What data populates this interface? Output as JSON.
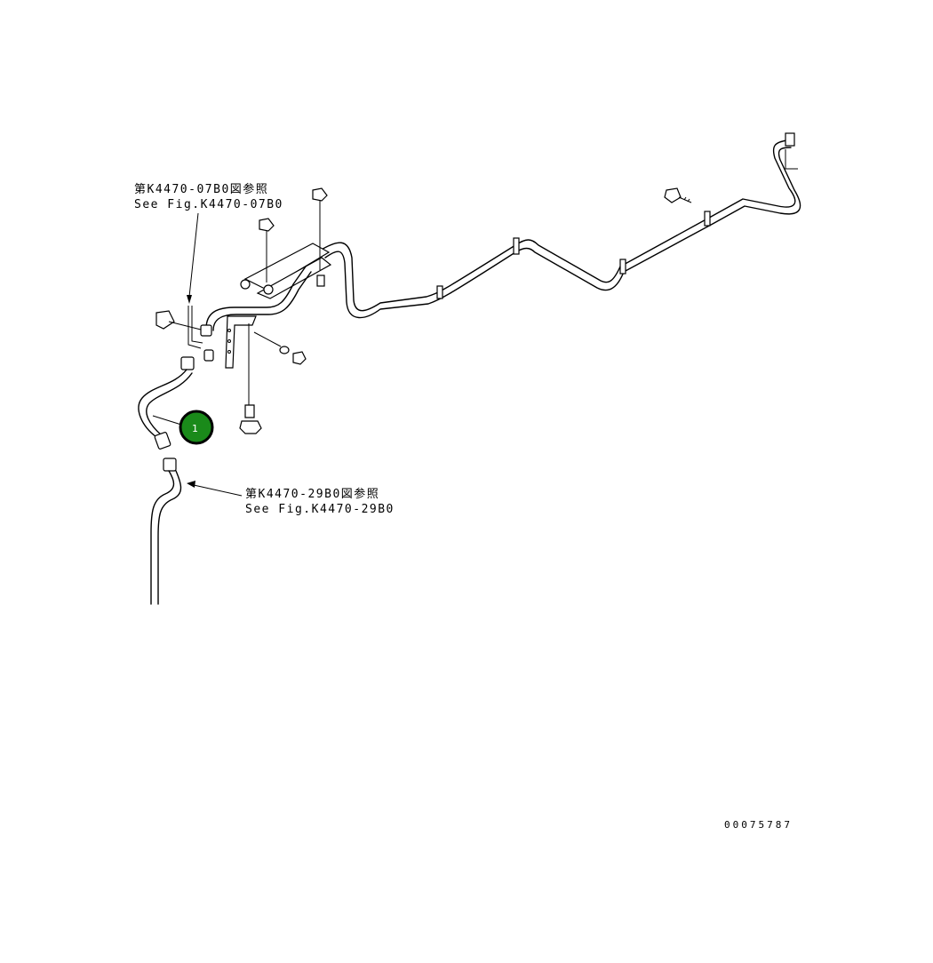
{
  "references": [
    {
      "jp": "第K4470-07B0図参照",
      "en": "See Fig.K4470-07B0"
    },
    {
      "jp": "第K4470-29B0図参照",
      "en": "See Fig.K4470-29B0"
    }
  ],
  "callouts": [
    {
      "number": "1",
      "fill": "#1a8a1a",
      "stroke": "#000000"
    }
  ],
  "drawing_number": "00075787"
}
